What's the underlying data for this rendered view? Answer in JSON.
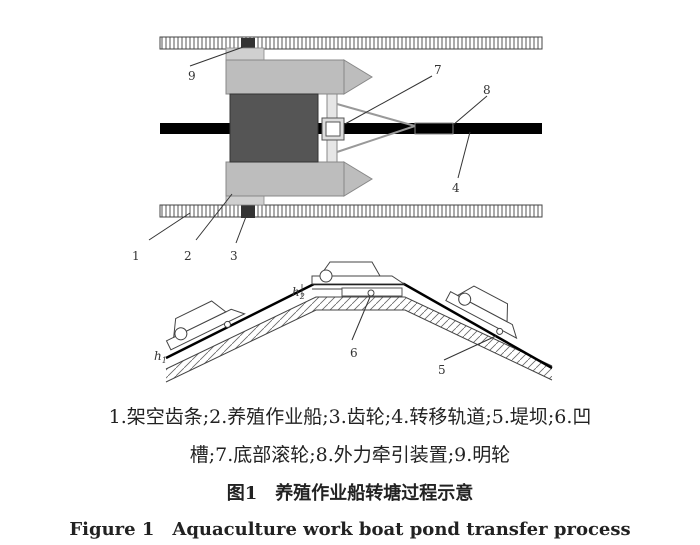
{
  "figure": {
    "labels": {
      "top": [
        "1",
        "2",
        "3",
        "4",
        "7",
        "8",
        "9"
      ],
      "bottom": [
        "5",
        "6"
      ],
      "h1": "h",
      "h1_sub": "1",
      "h2": "h",
      "h2_sub": "2"
    },
    "legend_line1": "1.架空齿条;2.养殖作业船;3.齿轮;4.转移轨道;5.堤坝;6.凹",
    "legend_line2": "槽;7.底部滚轮;8.外力牵引装置;9.明轮",
    "title_cn": "图1　养殖作业船转塘过程示意",
    "title_en": "Figure 1　Aquaculture work boat pond transfer process"
  }
}
